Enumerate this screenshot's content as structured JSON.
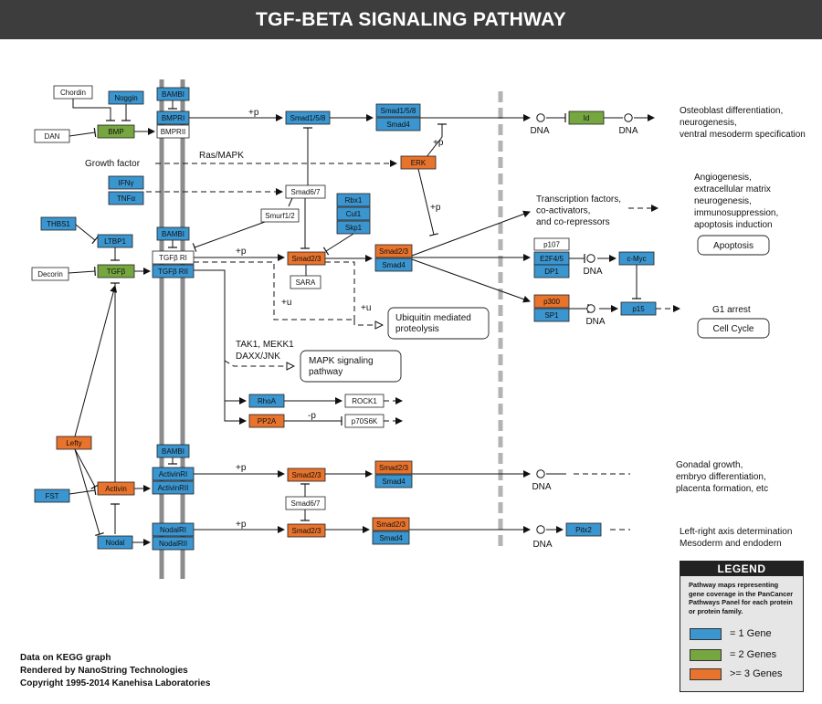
{
  "title": "TGF-BETA SIGNALING PATHWAY",
  "colors": {
    "one_gene": "#3b95cf",
    "two_genes": "#76a640",
    "three_genes": "#e8732c",
    "none": "#ffffff"
  },
  "nodes": [
    {
      "id": "chordin",
      "label": "Chordin",
      "cat": "none"
    },
    {
      "id": "noggin",
      "label": "Noggin",
      "cat": "one"
    },
    {
      "id": "dan",
      "label": "DAN",
      "cat": "none"
    },
    {
      "id": "bmp",
      "label": "BMP",
      "cat": "two"
    },
    {
      "id": "bambi1",
      "label": "BAMBI",
      "cat": "one"
    },
    {
      "id": "bmpri",
      "label": "BMPRI",
      "cat": "one"
    },
    {
      "id": "bmprii",
      "label": "BMPRII",
      "cat": "none"
    },
    {
      "id": "smad158a",
      "label": "Smad1/5/8",
      "cat": "one"
    },
    {
      "id": "smad158b",
      "label": "Smad1/5/8",
      "cat": "one"
    },
    {
      "id": "smad4a",
      "label": "Smad4",
      "cat": "one"
    },
    {
      "id": "id",
      "label": "Id",
      "cat": "two"
    },
    {
      "id": "erk",
      "label": "ERK",
      "cat": "three"
    },
    {
      "id": "ifng",
      "label": "IFNγ",
      "cat": "one"
    },
    {
      "id": "tnfa",
      "label": "TNFα",
      "cat": "one"
    },
    {
      "id": "smad67a",
      "label": "Smad6/7",
      "cat": "none"
    },
    {
      "id": "smurf",
      "label": "Smurf1/2",
      "cat": "none"
    },
    {
      "id": "rbx1",
      "label": "Rbx1",
      "cat": "one"
    },
    {
      "id": "cul1",
      "label": "Cul1",
      "cat": "one"
    },
    {
      "id": "skp1",
      "label": "Skp1",
      "cat": "one"
    },
    {
      "id": "thbs1",
      "label": "THBS1",
      "cat": "one"
    },
    {
      "id": "ltbp1",
      "label": "LTBP1",
      "cat": "one"
    },
    {
      "id": "decorin",
      "label": "Decorin",
      "cat": "none"
    },
    {
      "id": "tgfb",
      "label": "TGFβ",
      "cat": "two"
    },
    {
      "id": "bambi2",
      "label": "BAMBI",
      "cat": "one"
    },
    {
      "id": "tgfbri",
      "label": "TGFβ RI",
      "cat": "none"
    },
    {
      "id": "tgfbrii",
      "label": "TGFβ RII",
      "cat": "one"
    },
    {
      "id": "smad23a",
      "label": "Smad2/3",
      "cat": "three"
    },
    {
      "id": "sara",
      "label": "SARA",
      "cat": "none"
    },
    {
      "id": "smad23b",
      "label": "Smad2/3",
      "cat": "three"
    },
    {
      "id": "smad4b",
      "label": "Smad4",
      "cat": "one"
    },
    {
      "id": "p107",
      "label": "p107",
      "cat": "none"
    },
    {
      "id": "e2f45",
      "label": "E2F4/5",
      "cat": "one"
    },
    {
      "id": "dp1",
      "label": "DP1",
      "cat": "one"
    },
    {
      "id": "cmyc",
      "label": "c-Myc",
      "cat": "one"
    },
    {
      "id": "p300",
      "label": "p300",
      "cat": "three"
    },
    {
      "id": "sp1",
      "label": "SP1",
      "cat": "one"
    },
    {
      "id": "p15",
      "label": "p15",
      "cat": "one"
    },
    {
      "id": "rhoa",
      "label": "RhoA",
      "cat": "one"
    },
    {
      "id": "rock1",
      "label": "ROCK1",
      "cat": "none"
    },
    {
      "id": "pp2a",
      "label": "PP2A",
      "cat": "three"
    },
    {
      "id": "p70s6k",
      "label": "p70S6K",
      "cat": "none"
    },
    {
      "id": "lefty",
      "label": "Lefty",
      "cat": "three"
    },
    {
      "id": "fst",
      "label": "FST",
      "cat": "one"
    },
    {
      "id": "activin",
      "label": "Activin",
      "cat": "three"
    },
    {
      "id": "bambi3",
      "label": "BAMBI",
      "cat": "one"
    },
    {
      "id": "activinri",
      "label": "ActivinRI",
      "cat": "one"
    },
    {
      "id": "activinrii",
      "label": "ActivinRII",
      "cat": "one"
    },
    {
      "id": "smad23c",
      "label": "Smad2/3",
      "cat": "three"
    },
    {
      "id": "smad23d",
      "label": "Smad2/3",
      "cat": "three"
    },
    {
      "id": "smad4c",
      "label": "Smad4",
      "cat": "one"
    },
    {
      "id": "smad67b",
      "label": "Smad6/7",
      "cat": "none"
    },
    {
      "id": "nodal",
      "label": "Nodal",
      "cat": "one"
    },
    {
      "id": "nodalri",
      "label": "NodalRI",
      "cat": "one"
    },
    {
      "id": "nodalrii",
      "label": "NodalRII",
      "cat": "one"
    },
    {
      "id": "smad23e",
      "label": "Smad2/3",
      "cat": "three"
    },
    {
      "id": "smad23f",
      "label": "Smad2/3",
      "cat": "three"
    },
    {
      "id": "smad4d",
      "label": "Smad4",
      "cat": "one"
    },
    {
      "id": "pitx2",
      "label": "Pitx2",
      "cat": "one"
    }
  ],
  "labels": {
    "dna": "DNA",
    "plus_p": "+p",
    "minus_p": "-p",
    "plus_u": "+u",
    "growth_factor": "Growth factor",
    "ras_mapk": "Ras/MAPK",
    "tak1_l1": "TAK1, MEKK1",
    "tak1_l2": "DAXX/JNK",
    "g1_arrest": "G1 arrest"
  },
  "outcomes": {
    "osteo": [
      "Osteoblast differentiation,",
      "neurogenesis,",
      "ventral mesoderm specification"
    ],
    "angio": [
      "Angiogenesis,",
      " extracellular matrix",
      "neurogenesis,",
      "immunosuppression,",
      "apoptosis induction"
    ],
    "transcription": [
      "Transcription factors,",
      "co-activators,",
      "and co-repressors"
    ],
    "gonadal": [
      "Gonadal growth,",
      "embryo differentiation,",
      "placenta formation, etc"
    ],
    "leftright": [
      "Left-right axis determination",
      "Mesoderm and endodern"
    ]
  },
  "process_boxes": {
    "ubiquitin": [
      "Ubiquitin mediated",
      "proteolysis"
    ],
    "mapk": [
      "MAPK signaling",
      "pathway"
    ],
    "apoptosis": "Apoptosis",
    "cellcycle": "Cell Cycle"
  },
  "legend": {
    "title": "LEGEND",
    "description": "Pathway maps representing gene coverage in the PanCancer Pathways Panel for each protein or protein family.",
    "items": [
      {
        "label": "=  1  Gene",
        "color": "#3b95cf"
      },
      {
        "label": "=  2  Genes",
        "color": "#76a640"
      },
      {
        "label": ">=  3  Genes",
        "color": "#e8732c"
      }
    ]
  },
  "credits": [
    "Data on KEGG graph",
    "Rendered by NanoString Technologies",
    "Copyright 1995-2014 Kanehisa Laboratories"
  ]
}
